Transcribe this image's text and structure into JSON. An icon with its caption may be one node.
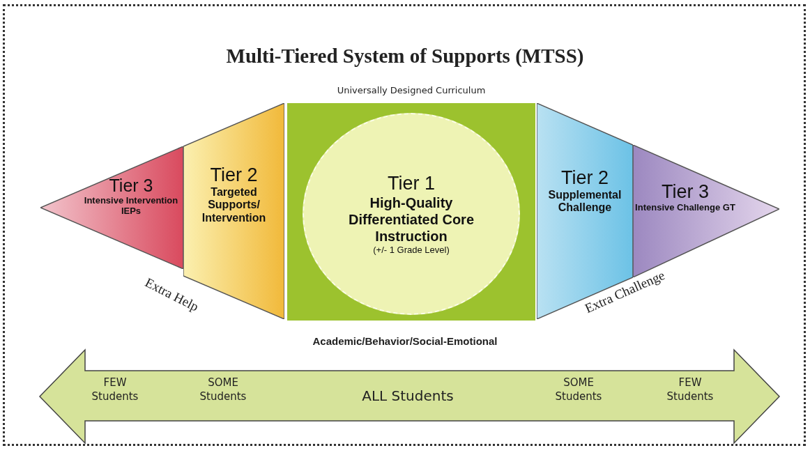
{
  "diagram": {
    "title": "Multi-Tiered System of Supports (MTSS)",
    "nodes": [
      {
        "text": [
          "Tier 3",
          "Intensive Intervention IEPs"
        ]
      },
      {
        "text": [
          "Tier 2",
          "Targeted Supports/ Intervention"
        ]
      },
      {
        "text": [
          "Universally Designed Curriculum"
        ]
      },
      {
        "text": [
          "Tier 1",
          "High-Quality Differentiated Core Instruction",
          "(+/- 1 Grade Level)"
        ],
        "in": 2
      },
      {
        "text": [
          "Tier 2",
          "Supplemental Challenge"
        ]
      },
      {
        "text": [
          "Tier 3",
          "Intensive Challenge GT"
        ]
      },
      {
        "text": [
          "FEW Students",
          "SOME Students",
          "ALL Students",
          "SOME Students",
          "FEW Students"
        ]
      }
    ],
    "labels": [
      "Extra Help",
      "Extra Challenge",
      "Academic/Behavior/Social-Emotional"
    ]
  }
}
